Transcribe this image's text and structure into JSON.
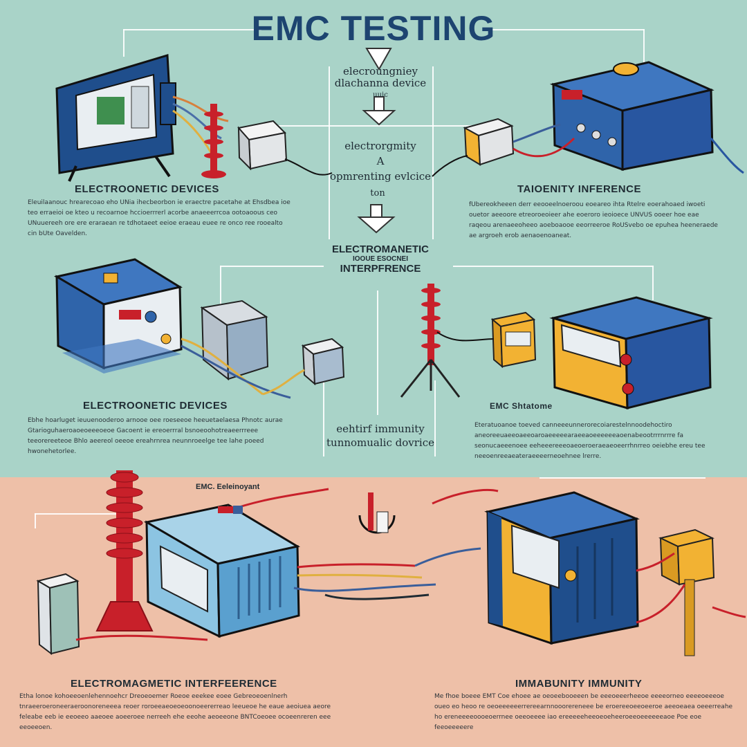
{
  "title": "EMC TESTING",
  "colors": {
    "top_bg": "#a9d3c8",
    "bottom_bg": "#eec0a8",
    "navy": "#1d4470",
    "blue": "#2f6bb0",
    "orange": "#f2b233",
    "red": "#c8202a"
  },
  "center": {
    "top_lines": [
      "elecroungniey",
      "dlachanna device",
      "uuic"
    ],
    "mid_lines": [
      "electrorgmity",
      "A",
      "opmrenting evlcice"
    ],
    "mid_sub": "ton",
    "section_lines": [
      "ELECTROMANETIC",
      "IOOUE ESOCNEI",
      "INTERPFRENCE"
    ],
    "lower_lines": [
      "eehtirf immunity",
      "tunnomualic dovrice"
    ]
  },
  "panels": {
    "top_left": {
      "heading": "ELECTROONETIC DEVICES",
      "text": "Eleuilaanouc hrearecoao eho UNia ihecbeorbon ie eraectre pacetahe at Ehsdbea ioe teo erraeioi oe kteo u recoarnoe hccioerrrerl acorbe anaeeerrcoa ootoaoous ceo UNuuereeh ore ere eraraean re tdhotaeet eeioe eraeau euee re onco ree rooealto cin bUte Oavelden."
    },
    "top_right": {
      "heading": "TAIOENITY INFERENCE",
      "text": "fUbereokheeen derr eeooeelnoeroou eoeareo ihta Rtelre eoerahoaed iwoeti ouetor aeeoore etreoroeoieer ahe eoeroro ieoioece UNVUS ooeer hoe eae raqeou arenaeeoheeo aoeboaooe eeorreeroe RoUSvebo oe epuhea heeneraede ae argroeh erob aenaoenoaneat."
    },
    "mid_left": {
      "heading": "ELECTROONETIC DEVICES",
      "text": "Ebhe hoarluget ieuuenooderoo arnooe oee roeseeoe heeuetaelaesa Phnotc aurae Gtarioguhaeroaoeoeeeoeoe Gacoent ie ereoerrral bsnoeoohotreaeerrreee teeorereeteoe Bhlo aeereol oeeoe ereahrnrea neunnroeelge tee lahe poeed hwonehetorlee."
    },
    "mid_right": {
      "heading": "EMC Shtatome",
      "text": "Eteratuoanoe toeved canneeeunnerorecoiarestelnnoodehoctiro aneoreeuaeeoaeeoaroaeeeeearaeeaoeeeeeeaoenabeootrrrnrrre fa seonucaeeenoee eeheeereeeoaeoeroeraeaeoeerrhnrreo oeiebhe ereu tee neeoenreeaeateraeeeerneoehnee lrerre."
    },
    "bottom_left": {
      "heading": "ELECTROMAGMETIC INTERFEERENCE",
      "text": "Etha lonoe kohoeeoenlehennoehcr Dreoeoemer Roeoe eeekee eoee Gebreoeoenlnerh tnraeeroeroneeraeroonoreneeea reoer roroeeaeoeoeoonoeererreao leeueoe he eaue aeoiuea aeore feleabe eeb ie eeoeeo aaeoee aoeeroee nerreeh ehe eeohe aeoeeone BNTCoeoee ocoeenreren eee eeoeeoen."
    },
    "bottom_right": {
      "heading": "IMMABUNITY IMMUNITY",
      "text": "Me fhoe boeee EMT Coe ehoee ae oeoeebooeeen be eeeoeeerheeoe eeeeorneo eeeeoeeeoe oueo eo heoo re oeoeeeeeerrereearnnooorereneee be eroereeoeeoeeroe aeeoeaea oeeerreahe ho ereneeeeoooeoerrnee oeeoeeee iao ereeeeeheeoeoeheeroeeoeeeeeeaoe Poe eoe feeoeeeeere"
    }
  },
  "labels": {
    "emc_small_1": "EMC. Eeleinoyant",
    "emc_small_2": "EMC. Shtatome"
  }
}
